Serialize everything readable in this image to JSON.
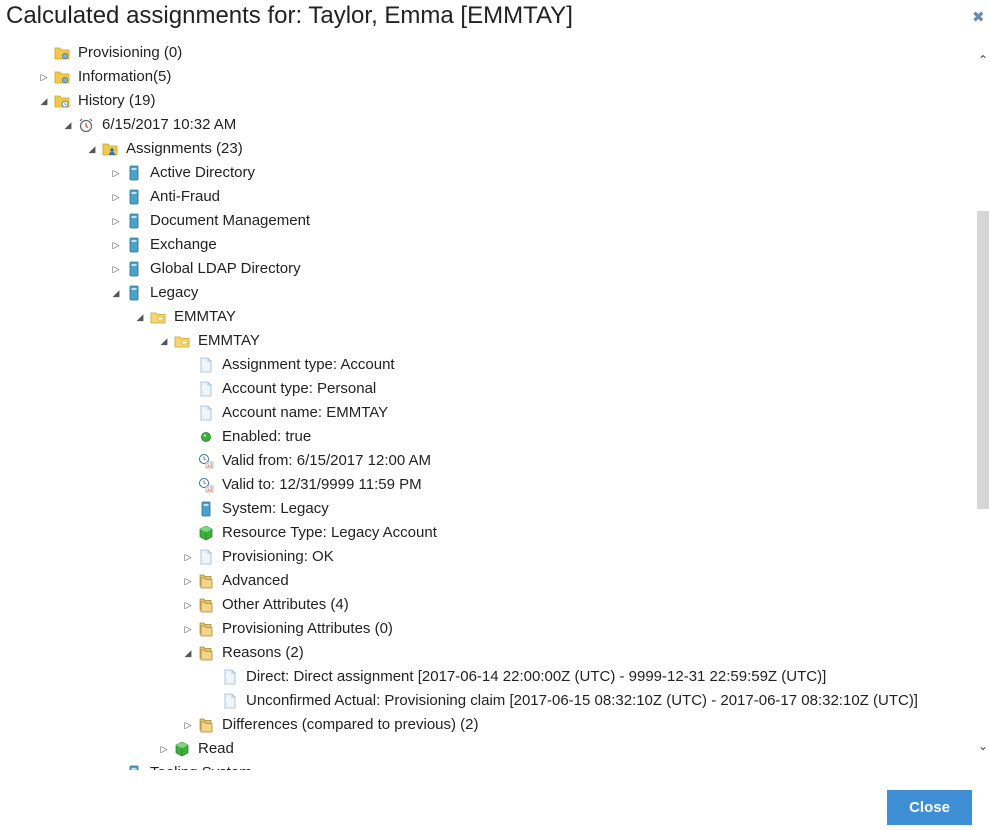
{
  "dialog": {
    "title": "Calculated assignments for: Taylor, Emma [EMMTAY]",
    "close_button": "Close"
  },
  "icons": {
    "folder": "folder-gear-icon",
    "alarm": "alarm-clock-icon",
    "system": "system-server-icon",
    "account": "account-folder-icon",
    "document": "document-icon",
    "enabled": "green-dot-icon",
    "date": "calendar-clock-icon",
    "resource": "green-cube-icon",
    "folder_group": "folder-stack-icon"
  },
  "tree": [
    {
      "indent": 0,
      "expander": "none",
      "icon": "folder",
      "label": "Provisioning (0)"
    },
    {
      "indent": 0,
      "expander": "collapsed",
      "icon": "folder",
      "label": "Information(5)"
    },
    {
      "indent": 0,
      "expander": "expanded",
      "icon": "folder-history",
      "label": "History (19)"
    },
    {
      "indent": 1,
      "expander": "expanded",
      "icon": "alarm",
      "label": "6/15/2017 10:32 AM"
    },
    {
      "indent": 2,
      "expander": "expanded",
      "icon": "folder-users",
      "label": "Assignments (23)"
    },
    {
      "indent": 3,
      "expander": "collapsed",
      "icon": "system",
      "label": "Active Directory"
    },
    {
      "indent": 3,
      "expander": "collapsed",
      "icon": "system",
      "label": "Anti-Fraud"
    },
    {
      "indent": 3,
      "expander": "collapsed",
      "icon": "system",
      "label": "Document Management"
    },
    {
      "indent": 3,
      "expander": "collapsed",
      "icon": "system",
      "label": "Exchange"
    },
    {
      "indent": 3,
      "expander": "collapsed",
      "icon": "system",
      "label": "Global LDAP Directory"
    },
    {
      "indent": 3,
      "expander": "expanded",
      "icon": "system",
      "label": "Legacy"
    },
    {
      "indent": 4,
      "expander": "expanded",
      "icon": "account",
      "label": "EMMTAY"
    },
    {
      "indent": 5,
      "expander": "expanded",
      "icon": "account",
      "label": "EMMTAY"
    },
    {
      "indent": 6,
      "expander": "none",
      "icon": "document",
      "label": "Assignment type: Account"
    },
    {
      "indent": 6,
      "expander": "none",
      "icon": "document",
      "label": "Account type: Personal"
    },
    {
      "indent": 6,
      "expander": "none",
      "icon": "document",
      "label": "Account name: EMMTAY"
    },
    {
      "indent": 6,
      "expander": "none",
      "icon": "enabled",
      "label": "Enabled: true"
    },
    {
      "indent": 6,
      "expander": "none",
      "icon": "date",
      "label": "Valid from: 6/15/2017 12:00 AM"
    },
    {
      "indent": 6,
      "expander": "none",
      "icon": "date",
      "label": "Valid to: 12/31/9999 11:59 PM"
    },
    {
      "indent": 6,
      "expander": "none",
      "icon": "system",
      "label": "System: Legacy"
    },
    {
      "indent": 6,
      "expander": "none",
      "icon": "resource",
      "label": "Resource Type: Legacy Account"
    },
    {
      "indent": 6,
      "expander": "collapsed",
      "icon": "document",
      "label": "Provisioning: OK"
    },
    {
      "indent": 6,
      "expander": "collapsed",
      "icon": "folder_group",
      "label": "Advanced"
    },
    {
      "indent": 6,
      "expander": "collapsed",
      "icon": "folder_group",
      "label": "Other Attributes (4)"
    },
    {
      "indent": 6,
      "expander": "collapsed",
      "icon": "folder_group",
      "label": "Provisioning Attributes (0)"
    },
    {
      "indent": 6,
      "expander": "expanded",
      "icon": "folder_group",
      "label": "Reasons (2)"
    },
    {
      "indent": 7,
      "expander": "none",
      "icon": "document",
      "label": "Direct: Direct assignment [2017-06-14 22:00:00Z (UTC) - 9999-12-31 22:59:59Z (UTC)]"
    },
    {
      "indent": 7,
      "expander": "none",
      "icon": "document",
      "label": "Unconfirmed Actual: Provisioning claim [2017-06-15 08:32:10Z (UTC) - 2017-06-17 08:32:10Z (UTC)]"
    },
    {
      "indent": 6,
      "expander": "collapsed",
      "icon": "folder_group",
      "label": "Differences (compared to previous) (2)"
    },
    {
      "indent": 5,
      "expander": "collapsed",
      "icon": "resource",
      "label": "Read"
    },
    {
      "indent": 3,
      "expander": "collapsed",
      "icon": "system",
      "label": "Tooling System"
    }
  ],
  "colors": {
    "accent": "#3f8fd6",
    "close_x": "#6b8ab0",
    "scroll_thumb": "#d6d6d6"
  }
}
